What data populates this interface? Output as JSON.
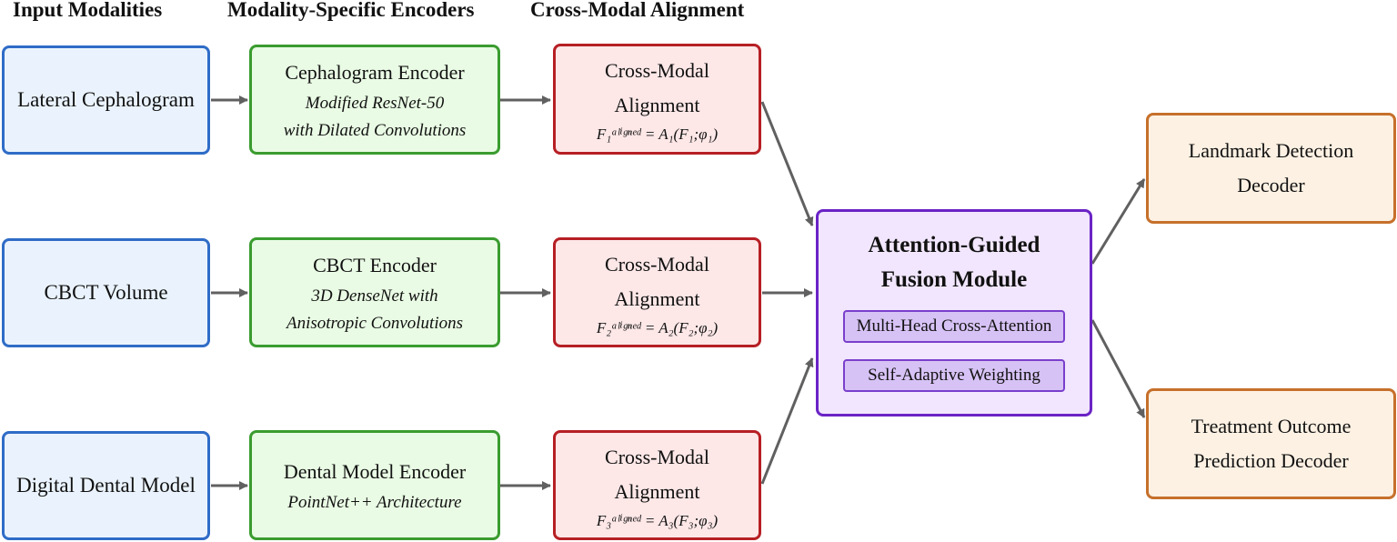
{
  "headers": {
    "inputs": "Input Modalities",
    "encoders": "Modality-Specific Encoders",
    "alignment": "Cross-Modal Alignment"
  },
  "inputs": [
    {
      "label": "Lateral Cephalogram"
    },
    {
      "label": "CBCT Volume"
    },
    {
      "label": "Digital Dental Model"
    }
  ],
  "encoders": [
    {
      "title": "Cephalogram Encoder",
      "line1": "Modified ResNet-50",
      "line2": "with Dilated Convolutions"
    },
    {
      "title": "CBCT Encoder",
      "line1": "3D DenseNet with",
      "line2": "Anisotropic Convolutions"
    },
    {
      "title": "Dental Model Encoder",
      "line1": "PointNet++ Architecture",
      "line2": ""
    }
  ],
  "alignments": [
    {
      "line1": "Cross-Modal",
      "line2": "Alignment",
      "formula": "F₁ᵃˡⁱᵍⁿᵉᵈ = A₁(F₁;φ₁)"
    },
    {
      "line1": "Cross-Modal",
      "line2": "Alignment",
      "formula": "F₂ᵃˡⁱᵍⁿᵉᵈ = A₂(F₂;φ₂)"
    },
    {
      "line1": "Cross-Modal",
      "line2": "Alignment",
      "formula": "F₃ᵃˡⁱᵍⁿᵉᵈ = A₃(F₃;φ₃)"
    }
  ],
  "fusion": {
    "title_line1": "Attention-Guided",
    "title_line2": "Fusion Module",
    "components": [
      "Multi-Head Cross-Attention",
      "Self-Adaptive Weighting"
    ]
  },
  "decoders": [
    {
      "line1": "Landmark Detection",
      "line2": "Decoder"
    },
    {
      "line1": "Treatment Outcome",
      "line2": "Prediction Decoder"
    }
  ],
  "colors": {
    "input": "#2f6cc7",
    "encoder": "#3a9c2f",
    "alignment": "#b61f24",
    "fusion": "#6a23c5",
    "decoder": "#c6702b",
    "arrow": "#606060"
  }
}
